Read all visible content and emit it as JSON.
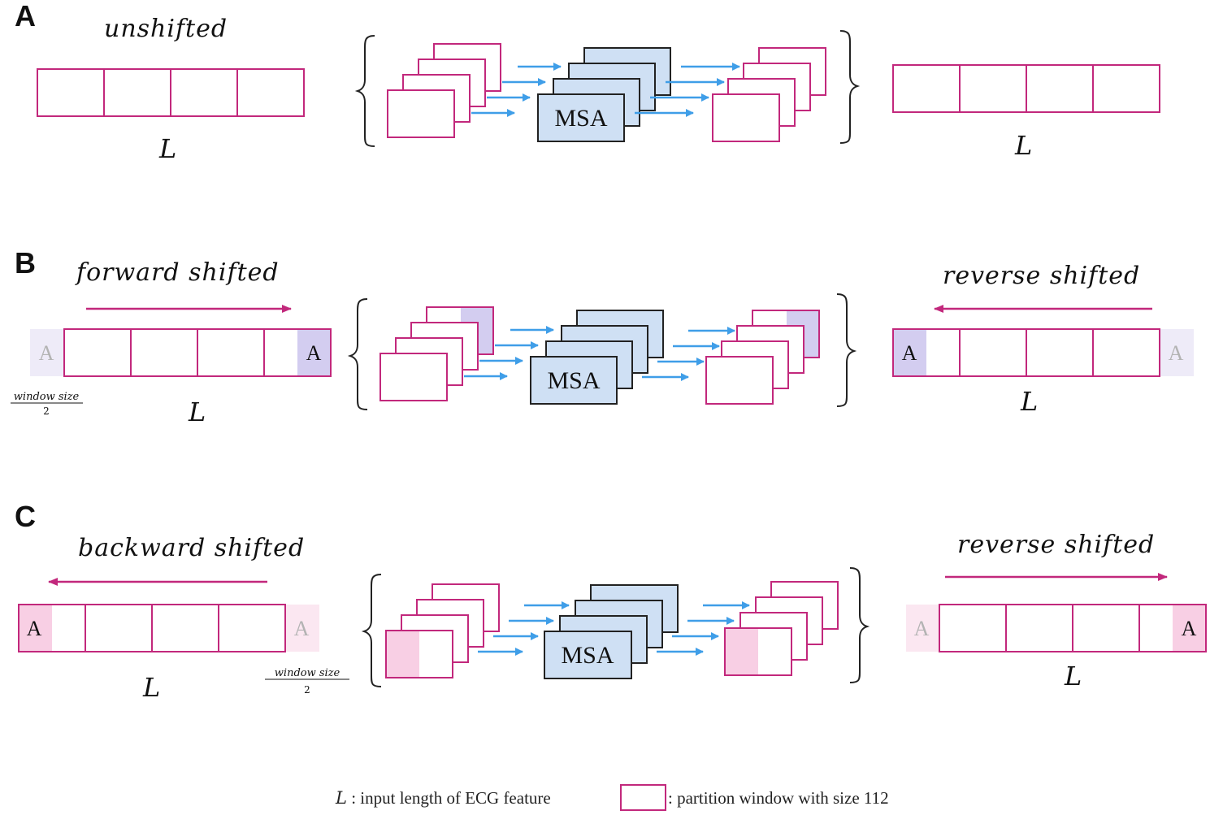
{
  "colors": {
    "window_stroke": "#c2287c",
    "msa_fill": "#cfe0f4",
    "arrow_blue": "#3f9ee8",
    "shift_arrow": "#c2287c",
    "purple_fill": "#d3cdf0",
    "purple_faint": "#eeebf8",
    "pink_fill": "#f8cfe4",
    "pink_faint": "#fbe7f1"
  },
  "panels": {
    "a": {
      "letter": "A",
      "left_title": "unshifted",
      "left_length": "L",
      "right_length": "L"
    },
    "b": {
      "letter": "B",
      "left_title": "forward shifted",
      "right_title": "reverse shifted",
      "left_length": "L",
      "right_length": "L",
      "window_num": "window size",
      "window_den": "2"
    },
    "c": {
      "letter": "C",
      "left_title": "backward shifted",
      "right_title": "reverse shifted",
      "left_length": "L",
      "right_length": "L",
      "window_num": "window size",
      "window_den": "2"
    }
  },
  "cell_marker": "A",
  "msa_label": "MSA",
  "legend": {
    "length_symbol": "L",
    "length_text": " : input length of ECG feature",
    "window_text": ": partition window with size 112"
  }
}
